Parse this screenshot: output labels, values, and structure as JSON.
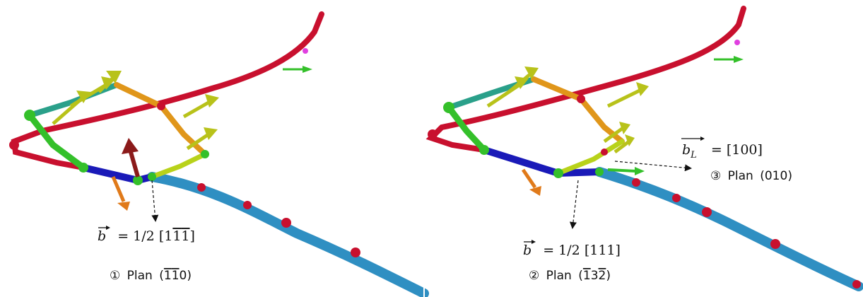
{
  "panels": [
    {
      "burgers_vector": {
        "symbol": "b",
        "equals": "= 1/2",
        "open": "[",
        "h": "1",
        "k": "1",
        "l": "1",
        "close": "]",
        "k_bar": true,
        "l_bar": true
      },
      "plane": {
        "marker": "①",
        "word": "Plan",
        "open": "(",
        "h": "1",
        "k": "1",
        "l": "0",
        "close": ")",
        "h_bar": true,
        "k_bar": true
      }
    },
    {
      "burgers_vector": {
        "symbol": "b",
        "equals": "= 1/2",
        "open": "[",
        "h": "1",
        "k": "1",
        "l": "1",
        "close": "]"
      },
      "plane": {
        "marker": "②",
        "word": "Plan",
        "open": "(",
        "h": "1",
        "k": "3",
        "l": "2",
        "close": ")",
        "h_bar": true,
        "l_bar": true
      },
      "lomer_vector": {
        "symbol": "b",
        "subscript": "L",
        "equals": "= [100]"
      },
      "plane2": {
        "marker": "③",
        "word": "Plan",
        "value": "(010)"
      }
    }
  ],
  "colors": {
    "red_segment": "#c8102e",
    "blue_segment": "#1a1ab8",
    "cyan_segment": "#2f8fc2",
    "green_node": "#34c02a",
    "arrow_yellow": "#b8c21a",
    "arrow_orange": "#e07a1a",
    "arrow_darkred": "#8b1a1a"
  }
}
